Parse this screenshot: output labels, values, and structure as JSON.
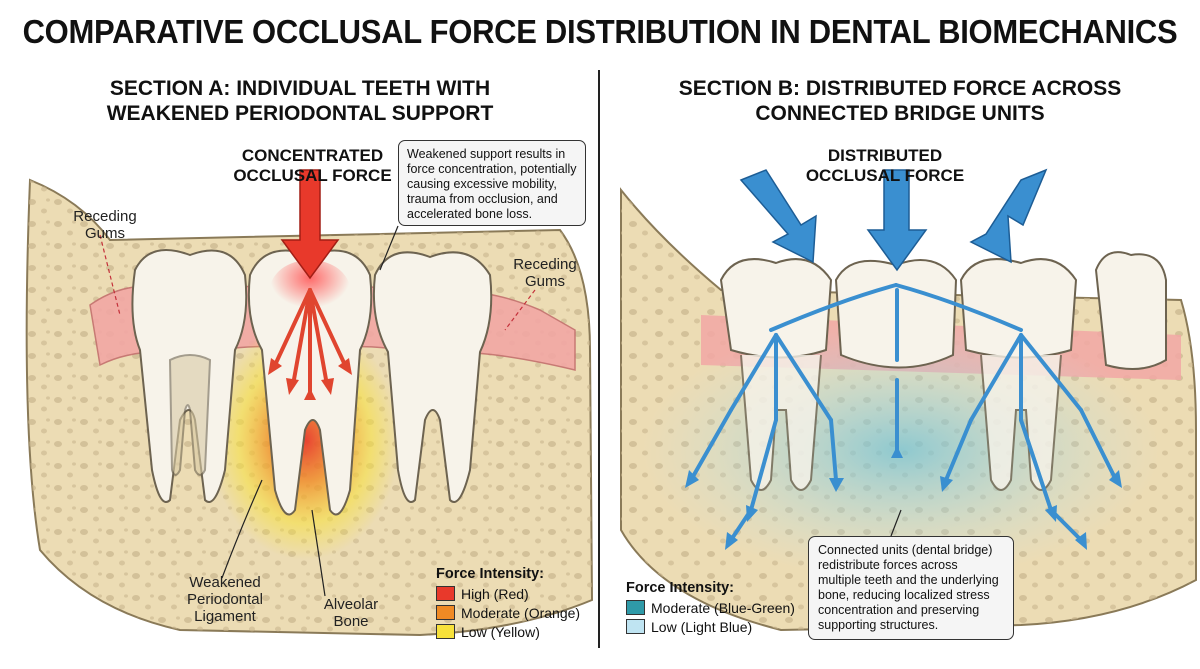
{
  "title": "COMPARATIVE OCCLUSAL FORCE DISTRIBUTION IN DENTAL BIOMECHANICS",
  "sectionA": {
    "title_line1": "SECTION A: INDIVIDUAL TEETH WITH",
    "title_line2": "WEAKENED PERIODONTAL SUPPORT",
    "force_label_line1": "CONCENTRATED",
    "force_label_line2": "OCCLUSAL FORCE",
    "callout_lines": [
      "Weakened support results in",
      "force concentration, potentially",
      "causing excessive mobility,",
      "trauma from occlusion, and",
      "accelerated bone loss."
    ],
    "receding_gums_left": [
      "Receding",
      "Gums"
    ],
    "receding_gums_right": [
      "Receding",
      "Gums"
    ],
    "pdl_label": [
      "Weakened",
      "Periodontal",
      "Ligament"
    ],
    "bone_label": [
      "Alveolar",
      "Bone"
    ],
    "legend": {
      "title": "Force Intensity:",
      "items": [
        {
          "label": "High (Red)",
          "color": "#e8392b"
        },
        {
          "label": "Moderate (Orange)",
          "color": "#f08a24"
        },
        {
          "label": "Low (Yellow)",
          "color": "#f7e13a"
        }
      ]
    }
  },
  "sectionB": {
    "title_line1": "SECTION B: DISTRIBUTED FORCE ACROSS",
    "title_line2": "CONNECTED BRIDGE UNITS",
    "force_label_line1": "DISTRIBUTED",
    "force_label_line2": "OCCLUSAL FORCE",
    "callout_lines": [
      "Connected units (dental bridge)",
      "redistribute forces across",
      "multiple teeth and the underlying",
      "bone, reducing localized stress",
      "concentration and preserving",
      "supporting structures."
    ],
    "legend": {
      "title": "Force Intensity:",
      "items": [
        {
          "label": "Moderate (Blue-Green)",
          "color": "#2f9aa8"
        },
        {
          "label": "Low (Light Blue)",
          "color": "#bfe4f2"
        }
      ]
    }
  },
  "colors": {
    "bone": "#ecdcb4",
    "gum": "#f2a7a4",
    "tooth": "#f7f3ea",
    "force_high": "#e8392b",
    "force_blue": "#3a8fd0"
  }
}
